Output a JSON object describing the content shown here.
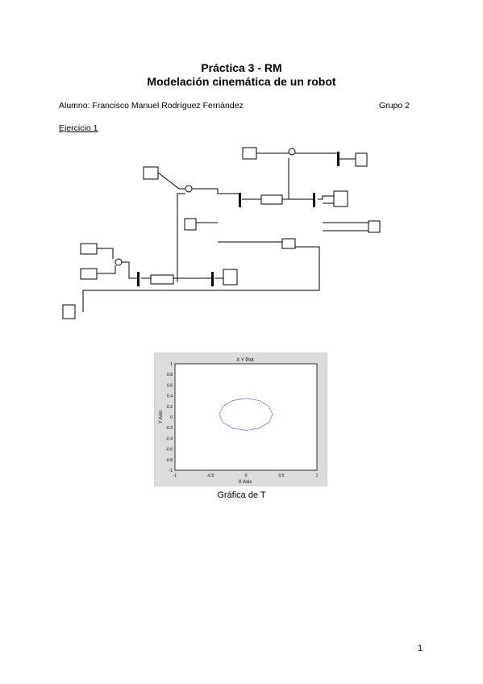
{
  "doc": {
    "title": "Práctica 3 - RM",
    "subtitle": "Modelación cinemática de un robot",
    "student": "Alumno: Francisco Manuel Rodríguez Fernández",
    "group": "Grupo 2",
    "section": "Ejercicio 1",
    "caption": "Gráfica de T",
    "page_number": "1"
  },
  "xy_plot": {
    "title": "X Y Plot",
    "xlabel": "X Axis",
    "ylabel": "Y Axis",
    "x_ticks": [
      "-1",
      "-0.5",
      "0",
      "0.5",
      "1"
    ],
    "y_ticks": [
      "1",
      "0.8",
      "0.6",
      "0.4",
      "0.2",
      "0",
      "-0.2",
      "-0.4",
      "-0.6",
      "-0.8",
      "-1"
    ],
    "circle_color": "#1f3fd1"
  },
  "chart_data": {
    "type": "line",
    "title": "X Y Plot",
    "xlabel": "X Axis",
    "ylabel": "Y Axis",
    "xlim": [
      -1,
      1
    ],
    "ylim": [
      -1,
      1
    ],
    "series": [
      {
        "x": [
          0.375,
          0.325,
          0.188,
          0.0,
          -0.188,
          -0.325,
          -0.375,
          -0.325,
          -0.188,
          0.0,
          0.188,
          0.325,
          0.375
        ],
        "y": [
          0.05,
          0.2,
          0.31,
          0.35,
          0.31,
          0.2,
          0.05,
          -0.1,
          -0.21,
          -0.25,
          -0.21,
          -0.1,
          0.05
        ]
      }
    ]
  }
}
